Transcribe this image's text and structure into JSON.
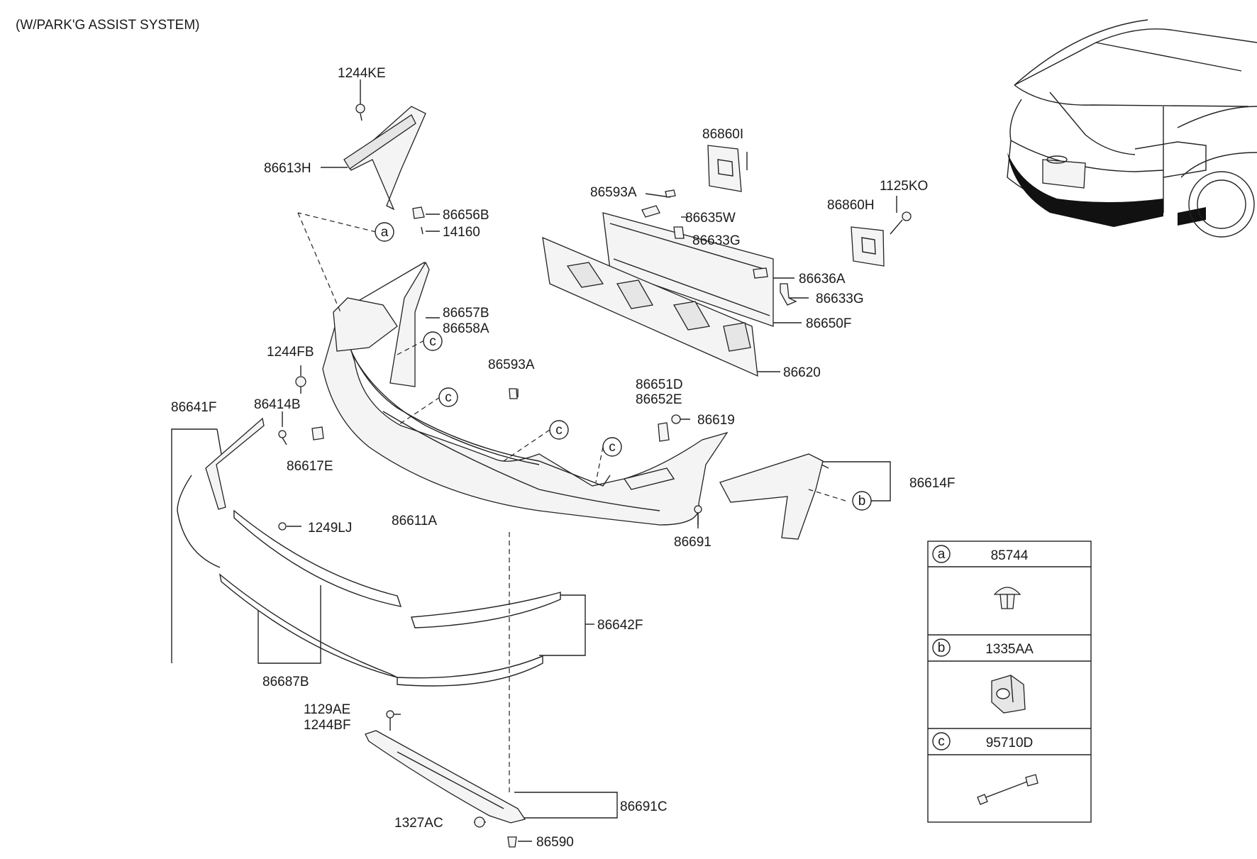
{
  "header": {
    "title": "(W/PARK'G ASSIST SYSTEM)"
  },
  "parts": {
    "p1244KE": "1244KE",
    "p86613H": "86613H",
    "p86656B": "86656B",
    "p14160": "14160",
    "p86657B": "86657B",
    "p86658A": "86658A",
    "p1244FB": "1244FB",
    "p86641F": "86641F",
    "p86414B": "86414B",
    "p86617E": "86617E",
    "p86593A_1": "86593A",
    "p86593A_2": "86593A",
    "p86635W": "86635W",
    "p86633G_1": "86633G",
    "p86633G_2": "86633G",
    "p86860I": "86860I",
    "p86860H": "86860H",
    "p1125KO": "1125KO",
    "p86636A": "86636A",
    "p86650F": "86650F",
    "p86620": "86620",
    "p86651D": "86651D",
    "p86652E": "86652E",
    "p86619": "86619",
    "p86614F": "86614F",
    "p86611A": "86611A",
    "p1249LJ": "1249LJ",
    "p86691": "86691",
    "p86642F": "86642F",
    "p86687B": "86687B",
    "p1129AE": "1129AE",
    "p1244BF": "1244BF",
    "p86691C": "86691C",
    "p1327AC": "1327AC",
    "p86590": "86590"
  },
  "callouts": {
    "a": "a",
    "b": "b",
    "c": "c"
  },
  "legend": {
    "rows": [
      {
        "key": "a",
        "part": "85744"
      },
      {
        "key": "b",
        "part": "1335AA"
      },
      {
        "key": "c",
        "part": "95710D"
      }
    ]
  }
}
